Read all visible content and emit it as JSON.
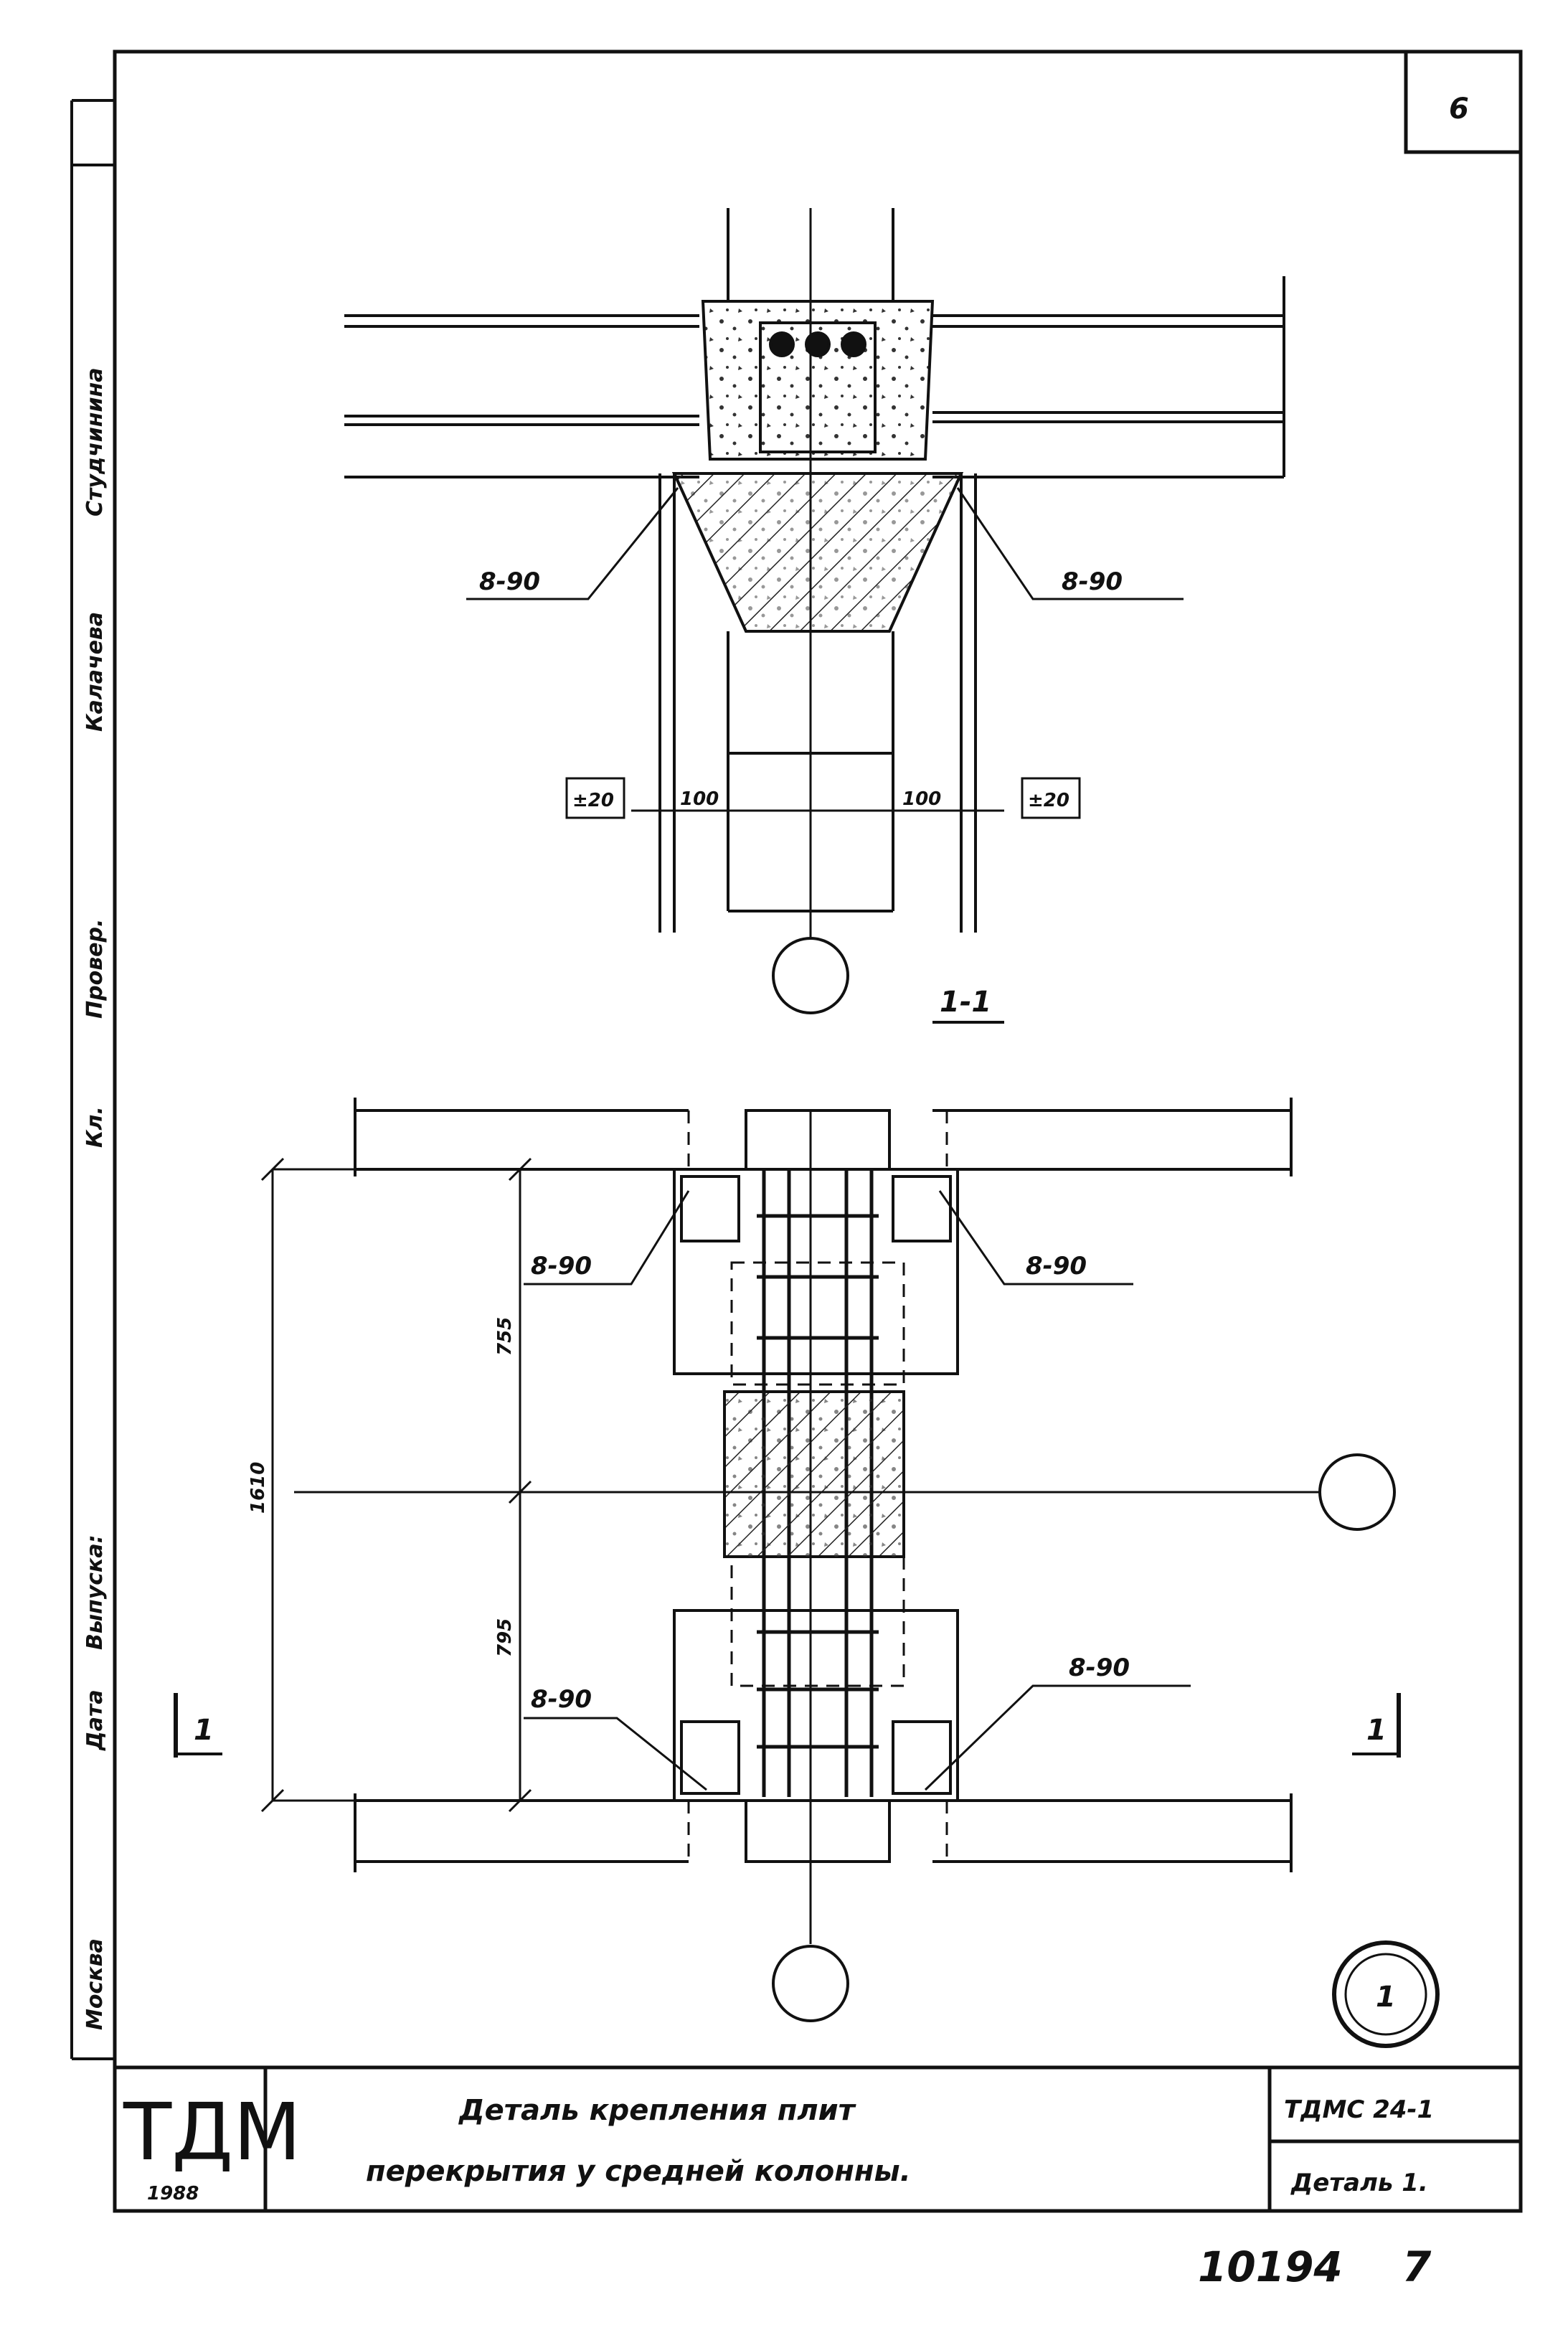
{
  "sheet": {
    "sheet_mark": "6",
    "side_stamp": [
      "Москва",
      "Дата",
      "Выпуска:",
      "Кл.",
      "Провер.",
      "Калачева",
      "Студчинина"
    ],
    "footer_number": "10194",
    "footer_page": "7"
  },
  "view_top": {
    "weld_left": "8-90",
    "weld_right": "8-90",
    "dim_left_gap": "100",
    "dim_right_gap": "100",
    "tol_left": "±20",
    "tol_right": "±20",
    "section_title": "1-1"
  },
  "view_bottom": {
    "weld_top_left": "8-90",
    "weld_top_right": "8-90",
    "weld_bot_left": "8-90",
    "weld_bot_right": "8-90",
    "dim_upper": "755",
    "dim_lower": "795",
    "dim_total": "1610",
    "cut_left": "1",
    "cut_right": "1",
    "detail_number": "1"
  },
  "title_block": {
    "logo": "ТДМ",
    "year": "1988",
    "title_line1": "Деталь крепления плит",
    "title_line2": "перекрытия у средней колонны.",
    "series": "ТДМС 24-1",
    "detail": "Деталь 1."
  }
}
